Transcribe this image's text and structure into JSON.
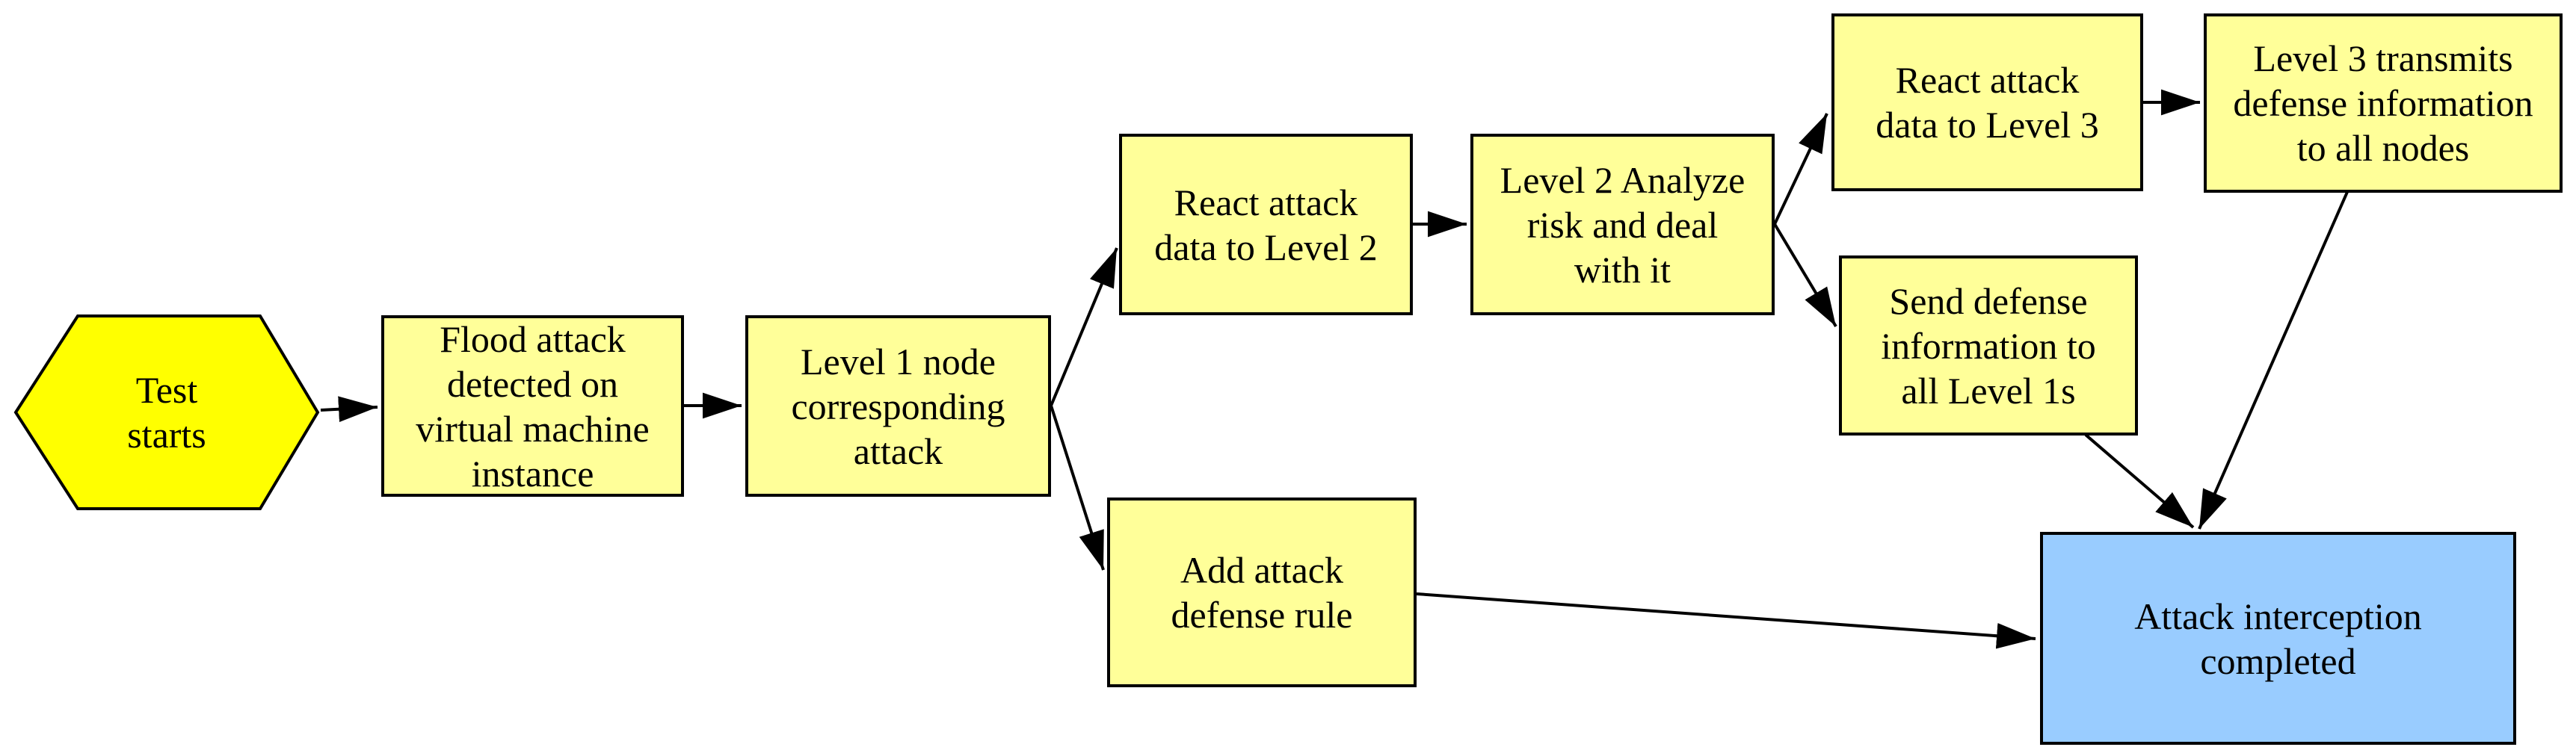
{
  "diagram": {
    "colors": {
      "background": "#ffffff",
      "border": "#000000",
      "start_fill": "#ffff00",
      "node_fill": "#ffff99",
      "end_fill": "#99ccff"
    },
    "nodes": {
      "start": {
        "shape": "hexagon",
        "label": "Test\nstarts"
      },
      "flood_detected": {
        "shape": "rectangle",
        "label": "Flood attack\ndetected on\nvirtual machine\ninstance"
      },
      "level1_respond": {
        "shape": "rectangle",
        "label": "Level 1 node\ncorresponding\nattack"
      },
      "react_level2": {
        "shape": "rectangle",
        "label": "React attack\ndata to Level 2"
      },
      "level2_analyze": {
        "shape": "rectangle",
        "label": "Level 2 Analyze\nrisk and deal\nwith it"
      },
      "react_level3": {
        "shape": "rectangle",
        "label": "React attack\ndata to Level 3"
      },
      "level3_transmit": {
        "shape": "rectangle",
        "label": "Level 3 transmits\ndefense information\nto all nodes"
      },
      "send_defense": {
        "shape": "rectangle",
        "label": "Send defense\ninformation to\nall Level 1s"
      },
      "add_rule": {
        "shape": "rectangle",
        "label": "Add attack\ndefense rule"
      },
      "completed": {
        "shape": "rectangle",
        "label": "Attack interception\ncompleted"
      }
    },
    "edges": [
      {
        "from": "start",
        "to": "flood_detected"
      },
      {
        "from": "flood_detected",
        "to": "level1_respond"
      },
      {
        "from": "level1_respond",
        "to": "react_level2"
      },
      {
        "from": "level1_respond",
        "to": "add_rule"
      },
      {
        "from": "react_level2",
        "to": "level2_analyze"
      },
      {
        "from": "level2_analyze",
        "to": "react_level3"
      },
      {
        "from": "level2_analyze",
        "to": "send_defense"
      },
      {
        "from": "react_level3",
        "to": "level3_transmit"
      },
      {
        "from": "level3_transmit",
        "to": "completed"
      },
      {
        "from": "send_defense",
        "to": "completed"
      },
      {
        "from": "add_rule",
        "to": "completed"
      }
    ]
  }
}
